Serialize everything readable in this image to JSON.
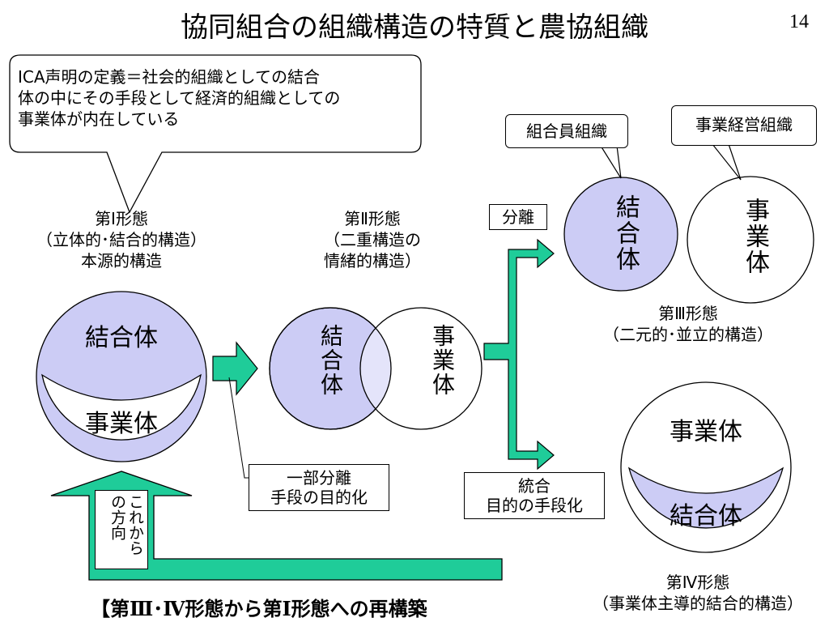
{
  "slide": {
    "title": "協同組合の組織構造の特質と農協組織",
    "page_number": "14"
  },
  "callout": {
    "text_line1": "ICA声明の定義＝社会的組織としての結合",
    "text_line2": "体の中にその手段として経済的組織としての",
    "text_line3": "事業体が内在している"
  },
  "form1": {
    "heading_line1": "第Ⅰ形態",
    "heading_line2": "（立体的･結合的構造）",
    "heading_line3": "本源的構造",
    "top_label": "結合体",
    "bottom_label": "事業体"
  },
  "form2": {
    "heading_line1": "第Ⅱ形態",
    "heading_line2": "（二重構造の",
    "heading_line3": "情緒的構造）",
    "left_label": "結合体",
    "right_label": "事業体"
  },
  "form3": {
    "member_org_label": "組合員組織",
    "business_org_label": "事業経営組織",
    "left_label": "結合体",
    "right_label": "事業体",
    "heading_line1": "第Ⅲ形態",
    "heading_line2": "（二元的･並立的構造）"
  },
  "form4": {
    "top_label": "事業体",
    "bottom_label": "結合体",
    "heading_line1": "第Ⅳ形態",
    "heading_line2": "（事業体主導的結合的構造）"
  },
  "labels": {
    "separation": "分離",
    "partial_separation_line1": "一部分離",
    "partial_separation_line2": "手段の目的化",
    "integration_line1": "統合",
    "integration_line2": "目的の手段化",
    "future_direction": "これからの方向"
  },
  "bottom_note": "【第Ⅲ･Ⅳ形態から第Ⅰ形態への再構築",
  "colors": {
    "lavender": "#ccccf5",
    "green": "#1fcc99"
  }
}
